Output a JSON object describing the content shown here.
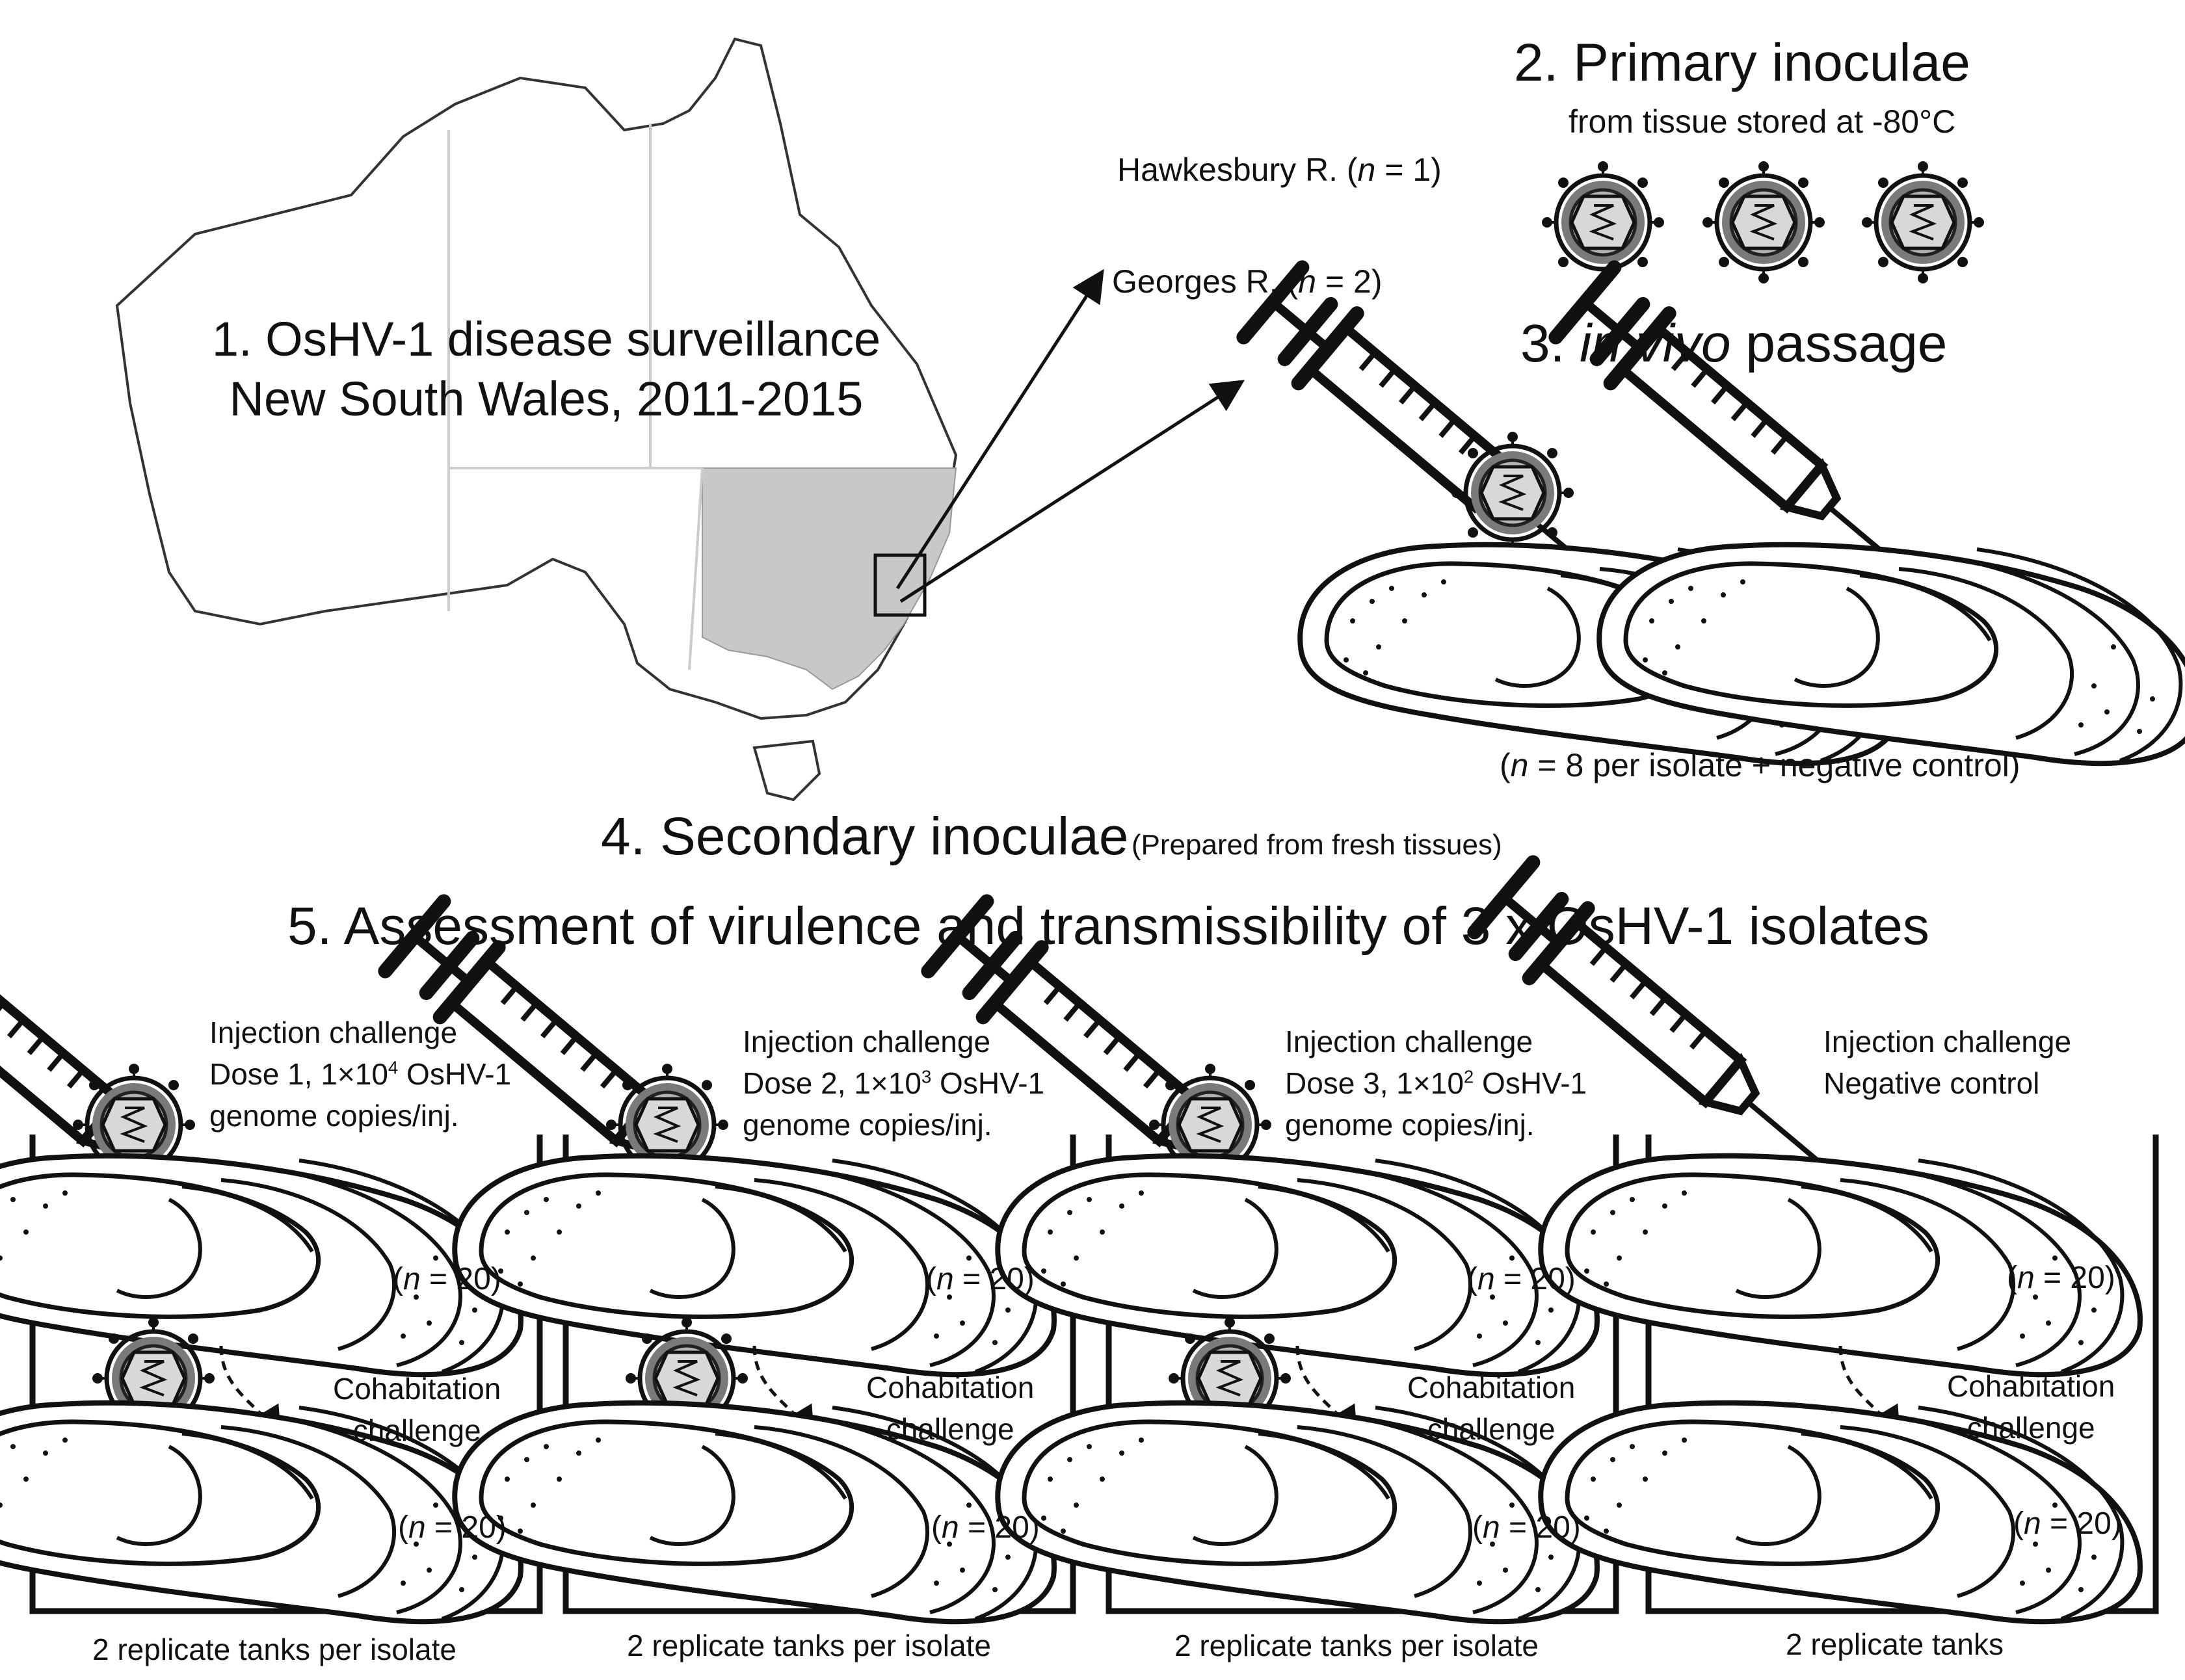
{
  "colors": {
    "nsw_fill": "#c8c8c8",
    "outline": "#111111",
    "virus_fill": "#a6a6a6",
    "virus_ring": "#7a7a7a"
  },
  "step1": {
    "line1": "1. OsHV-1 disease surveillance",
    "line2": "New South Wales, 2011-2015"
  },
  "sites": {
    "site1": {
      "name": "Hawkesbury R. (",
      "n_var": "n",
      "count": " = 1)"
    },
    "site2": {
      "name": "Georges R. (",
      "n_var": "n",
      "count": " = 2)"
    }
  },
  "step2": {
    "title": "2. Primary inoculae",
    "subtitle": "from tissue stored at -80°C"
  },
  "step3": {
    "prefix": "3. ",
    "italic": "in vivo",
    "suffix": " passage",
    "count_open": "(",
    "n_var": "n",
    "count_rest": " = 8 per isolate + negative control)"
  },
  "step4": {
    "title": "4. Secondary inoculae",
    "note": "(Prepared from fresh tissues)"
  },
  "step5": {
    "title": "5. Assessment of virulence and transmissibility of 3 x OsHV-1 isolates"
  },
  "panels": [
    {
      "line1": "Injection challenge",
      "line2a": "Dose 1, 1×10",
      "exp": "4",
      "line2b": " OsHV-1",
      "line3": "genome copies/inj.",
      "n_open": "(",
      "n_var": "n",
      "n_rest": " = 20)",
      "cohab1": "Cohabitation",
      "cohab2": "challenge",
      "footer": "2 replicate tanks per isolate"
    },
    {
      "line1": "Injection challenge",
      "line2a": "Dose 2, 1×10",
      "exp": "3",
      "line2b": " OsHV-1",
      "line3": "genome copies/inj.",
      "n_open": "(",
      "n_var": "n",
      "n_rest": " = 20)",
      "cohab1": "Cohabitation",
      "cohab2": "challenge",
      "footer": "2 replicate tanks per isolate"
    },
    {
      "line1": "Injection challenge",
      "line2a": "Dose 3, 1×10",
      "exp": "2",
      "line2b": " OsHV-1",
      "line3": "genome copies/inj.",
      "n_open": "(",
      "n_var": "n",
      "n_rest": " = 20)",
      "cohab1": "Cohabitation",
      "cohab2": "challenge",
      "footer": "2 replicate tanks per isolate"
    },
    {
      "line1": "Injection challenge",
      "line2": "Negative control",
      "n_open": "(",
      "n_var": "n",
      "n_rest": " = 20)",
      "cohab1": "Cohabitation",
      "cohab2": "challenge",
      "footer": "2 replicate tanks"
    }
  ]
}
